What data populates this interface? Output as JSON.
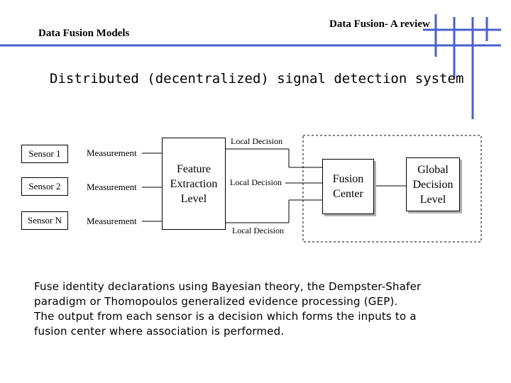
{
  "header": {
    "left_title": "Data Fusion Models",
    "right_title": "Data Fusion- A review"
  },
  "slide_title": "Distributed (decentralized) signal detection system",
  "diagram": {
    "sensors": [
      "Sensor 1",
      "Sensor 2",
      "Sensor N"
    ],
    "measurement_label": "Measurement",
    "feature_box": [
      "Feature",
      "Extraction",
      "Level"
    ],
    "local_decision_label": "Local Decision",
    "fusion_box": [
      "Fusion",
      "Center"
    ],
    "global_box": [
      "Global",
      "Decision",
      "Level"
    ]
  },
  "body_lines": [
    "Fuse identity declarations using Bayesian theory, the Dempster-Shafer",
    "paradigm or Thomopoulos generalized evidence processing (GEP).",
    "The output from each sensor is a decision which forms the inputs to a",
    "fusion center where association is performed."
  ],
  "colors": {
    "accent_blue": "#4a5fd0",
    "box_shadow": "#b0b0b0"
  }
}
